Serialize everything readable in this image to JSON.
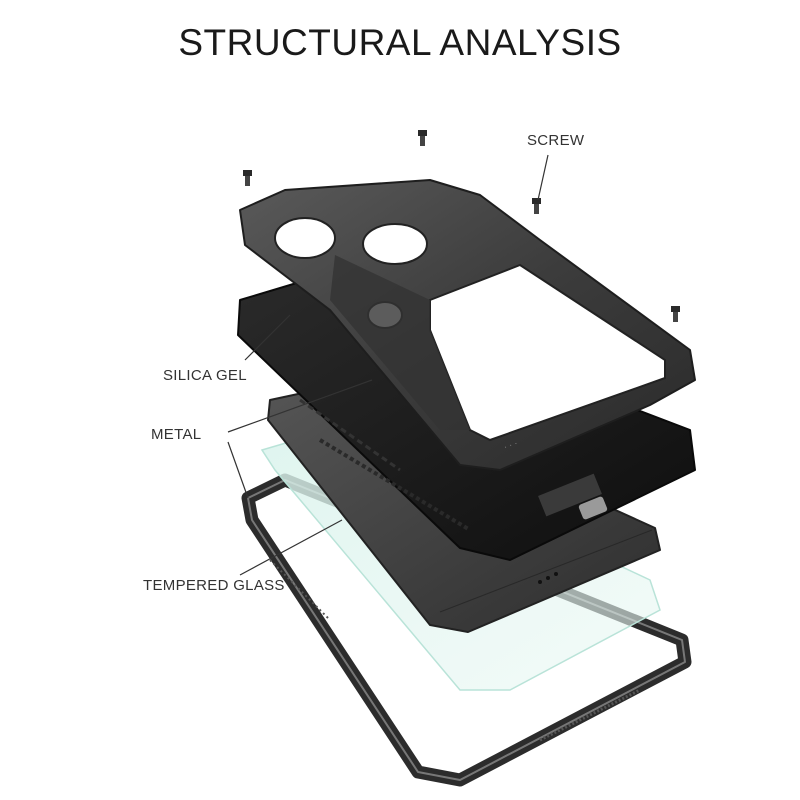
{
  "title": "STRUCTURAL ANALYSIS",
  "labels": {
    "screw": "SCREW",
    "silica_gel": "SILICA GEL",
    "metal": "METAL",
    "tempered_glass": "TEMPERED GLASS"
  },
  "colors": {
    "metal_frame": "#4a4a4a",
    "metal_highlight": "#6a6a6a",
    "silica_gel": "#1e1e1e",
    "phone_body": "#3a3a3a",
    "glass_tint": "#cfeee6",
    "bottom_frame": "#2c2c2c",
    "callout_line": "#333333"
  }
}
